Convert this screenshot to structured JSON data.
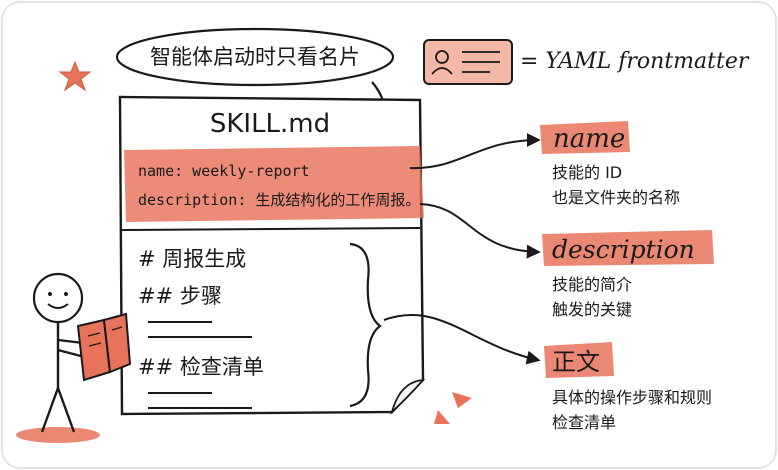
{
  "speech_bubble": {
    "text": "智能体启动时只看名片"
  },
  "legend": {
    "equals_text": "= YAML frontmatter"
  },
  "document": {
    "title": "SKILL.md",
    "frontmatter": {
      "line1": "name: weekly-report",
      "line2": "description: 生成结构化的工作周报。"
    },
    "body": {
      "heading1": "# 周报生成",
      "heading2": "## 步骤",
      "heading3": "## 检查清单"
    }
  },
  "callouts": {
    "name": {
      "label": "name",
      "line1": "技能的 ID",
      "line2": "也是文件夹的名称"
    },
    "description": {
      "label": "description",
      "line1": "技能的简介",
      "line2": "触发的关键"
    },
    "body": {
      "label": "正文",
      "line1": "具体的操作步骤和规则",
      "line2": "检查清单"
    }
  },
  "colors": {
    "accent": "#E8735A",
    "accent_light": "#F3B8A6",
    "ink": "#1a1a1a",
    "paper": "#ffffff"
  }
}
